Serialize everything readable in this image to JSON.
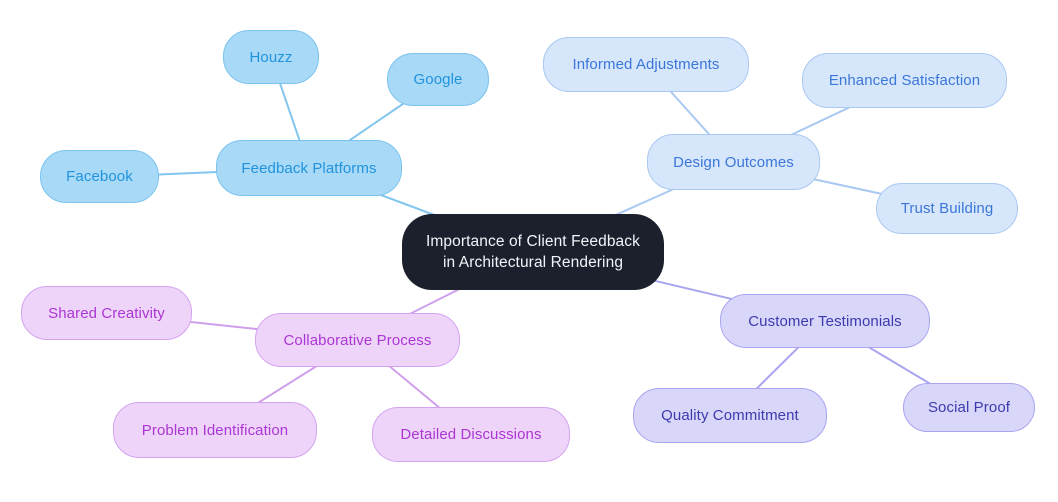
{
  "mindmap": {
    "root": {
      "line1": "Importance of Client Feedback",
      "line2": "in Architectural Rendering"
    },
    "branches": [
      {
        "name": "Feedback Platforms",
        "children": [
          "Houzz",
          "Google",
          "Facebook"
        ]
      },
      {
        "name": "Design Outcomes",
        "children": [
          "Informed Adjustments",
          "Enhanced Satisfaction",
          "Trust Building"
        ]
      },
      {
        "name": "Collaborative Process",
        "children": [
          "Shared Creativity",
          "Problem Identification",
          "Detailed Discussions"
        ]
      },
      {
        "name": "Customer Testimonials",
        "children": [
          "Quality Commitment",
          "Social Proof"
        ]
      }
    ]
  },
  "palette": {
    "sky": {
      "fill": "#a8daf7",
      "border": "#7cc3ef",
      "text": "#2193dd",
      "line": "#82c6ee"
    },
    "pale": {
      "fill": "#d7e7fb",
      "border": "#a9c8f2",
      "text": "#3b76d9",
      "line": "#a9c8f2"
    },
    "purple": {
      "fill": "#efd4fa",
      "border": "#d4a3f0",
      "text": "#ab36d4",
      "line": "#cf9fec"
    },
    "lavender": {
      "fill": "#d8d7fa",
      "border": "#a9a5ef",
      "text": "#3d3aad",
      "line": "#a9a5ee"
    },
    "central": {
      "fill": "#1b202c",
      "text": "#f1f4f8"
    }
  }
}
